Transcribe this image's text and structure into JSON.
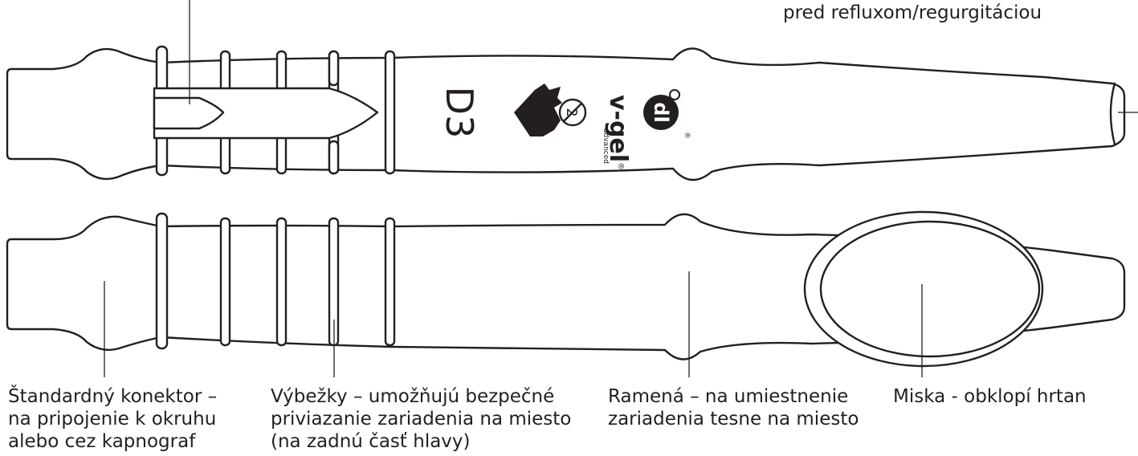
{
  "colors": {
    "ink": "#231f20",
    "background": "#ffffff"
  },
  "device_top": {
    "size_code": "D3",
    "brand": "v-gel",
    "brand_suffix": "advanced",
    "registered_mark": "®",
    "logo_text": "dl",
    "icons": [
      "dog-head-icon",
      "single-use-icon",
      "docsinnovent-logo"
    ]
  },
  "labels": {
    "reflux": "pred refluxom/regurgitáciou",
    "connector": "Štandardný konektor –\nna pripojenie k okruhu\nalebo cez kapnograf",
    "tabs": "Výbežky – umožňujú bezpečné\npriviazanie zariadenia na miesto\n(na zadnú časť hlavy)",
    "shoulders": "Ramená – na umiestnenie\nzariadenia tesne na miesto",
    "cup": "Miska - obklopí hrtan"
  }
}
